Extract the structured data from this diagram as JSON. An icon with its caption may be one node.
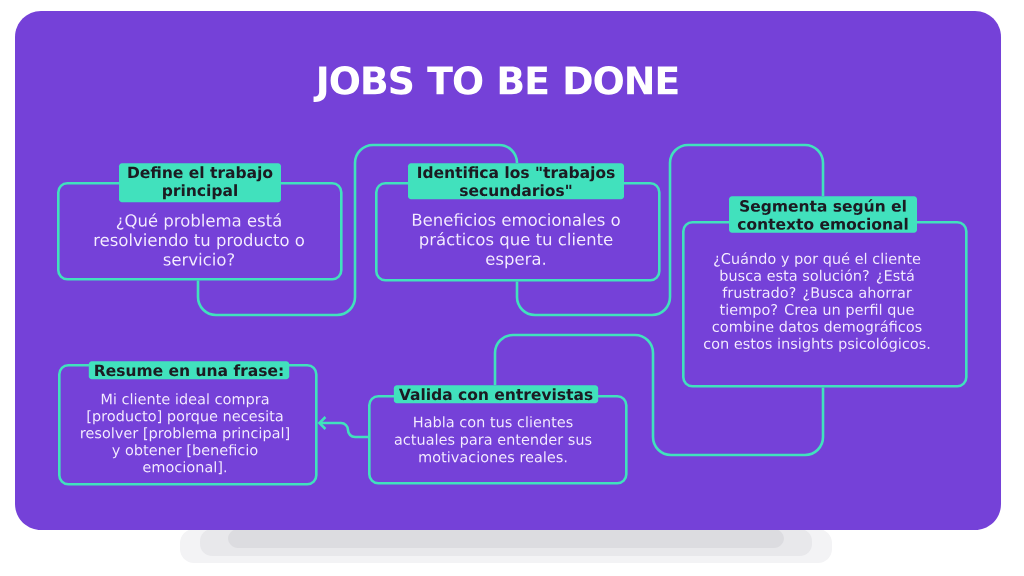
{
  "diagram": {
    "title": "JOBS TO BE DONE",
    "nodes": [
      {
        "text": [
          "Define el trabajo principal",
          "¿Qué problema está resolviendo tu producto o servicio?"
        ]
      },
      {
        "text": [
          "Identifica los \"trabajos secundarios\"",
          "Beneficios emocionales o prácticos que tu cliente espera."
        ]
      },
      {
        "text": [
          "Segmenta según el contexto emocional",
          "¿Cuándo y por qué el cliente busca esta solución? ¿Está frustrado? ¿Busca ahorrar tiempo? Crea un perfil que combine datos demográficos con estos insights psicológicos."
        ]
      },
      {
        "text": [
          "Valida con entrevistas",
          "Habla con tus clientes actuales para entender sus motivaciones reales."
        ]
      },
      {
        "text": [
          "Resume en una frase:",
          "Mi cliente ideal compra [producto] porque necesita resolver [problema principal] y obtener [beneficio emocional]."
        ]
      }
    ],
    "edges": [
      {
        "from": 0,
        "to": 1,
        "arrow": "none"
      },
      {
        "from": 1,
        "to": 2,
        "arrow": "none"
      },
      {
        "from": 2,
        "to": 3,
        "arrow": "none"
      },
      {
        "from": 3,
        "to": 4,
        "arrow": "to"
      }
    ]
  }
}
